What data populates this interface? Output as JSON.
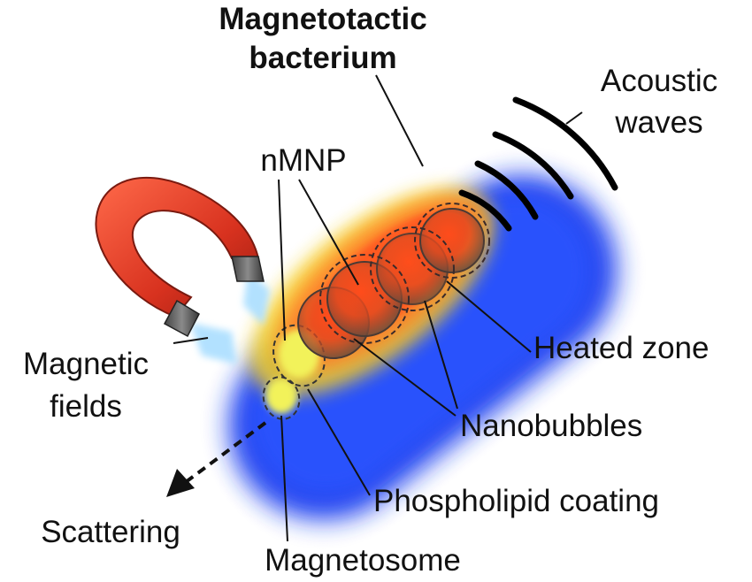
{
  "labels": {
    "title_line1": "Magnetotactic",
    "title_line2": "bacterium",
    "acoustic_line1": "Acoustic",
    "acoustic_line2": "waves",
    "nmnp": "nMNP",
    "heated_zone": "Heated zone",
    "magnetic_line1": "Magnetic",
    "magnetic_line2": "fields",
    "nanobubbles": "Nanobubbles",
    "phospholipid": "Phospholipid coating",
    "scattering": "Scattering",
    "magnetosome": "Magnetosome"
  },
  "icons": {
    "magnet": "horseshoe-magnet-icon",
    "scatter_arrow": "dashed-arrow-icon",
    "waves": "acoustic-wave-arcs-icon"
  },
  "colors": {
    "cell_body": "#1f3ff0",
    "heated_zone": "#ff5a1a",
    "warm_halo": "#f5d020",
    "nanobubble": "#9a5a3a",
    "magnetosome": "#f2f25a",
    "magnet_body": "#d8321f",
    "magnet_pole": "#555555",
    "field_glow": "#aee0ff",
    "text": "#111111"
  }
}
